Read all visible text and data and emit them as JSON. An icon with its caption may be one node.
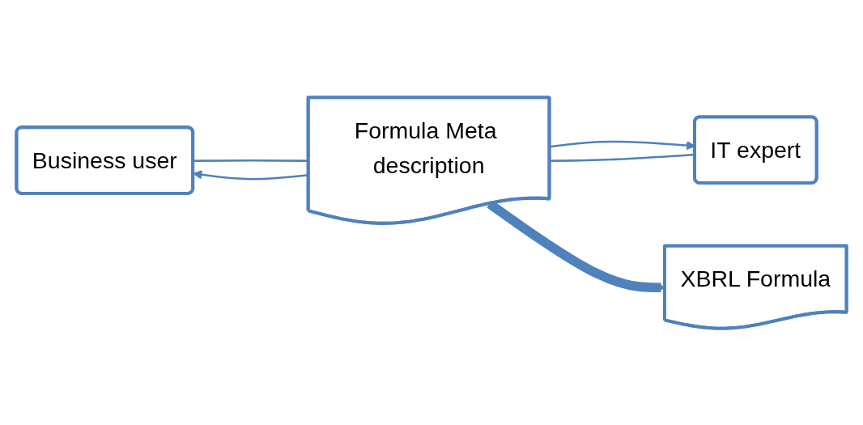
{
  "diagram": {
    "nodes": [
      {
        "text": [
          "Business user"
        ]
      },
      {
        "text": [
          "Formula Meta description"
        ]
      },
      {
        "text": [
          "IT expert"
        ]
      },
      {
        "text": [
          "XBRL Formula"
        ]
      }
    ],
    "edges": [
      {
        "from": 0,
        "to": 1,
        "arrow": "none"
      },
      {
        "from": 1,
        "to": 2,
        "arrow": "to"
      },
      {
        "from": 2,
        "to": 1,
        "arrow": "none"
      },
      {
        "from": 1,
        "to": 0,
        "arrow": "to"
      },
      {
        "from": 1,
        "to": 3,
        "arrow": "to",
        "style": "thick"
      }
    ]
  }
}
